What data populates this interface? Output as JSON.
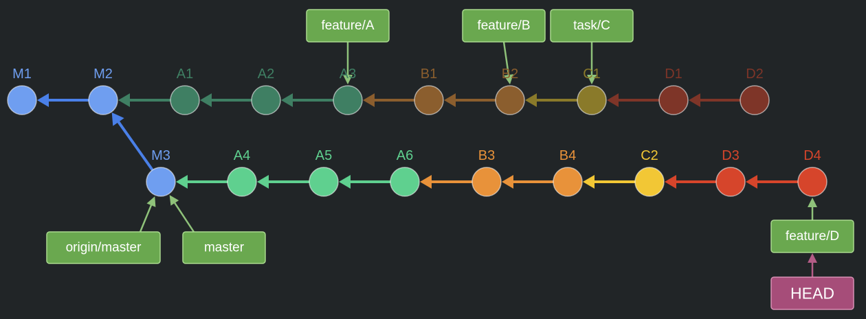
{
  "colors": {
    "background": "#212527",
    "master": "#6f9ef0",
    "master_arrow": "#4a80e8",
    "feature_a_faded": "#3f7f63",
    "feature_b_faded": "#8b5e2e",
    "task_c_faded": "#8a7a2a",
    "feature_d_faded": "#7e3528",
    "feature_a": "#5fd08f",
    "feature_b": "#e8923a",
    "task_c": "#f2c735",
    "feature_d": "#d6452b",
    "ref_box": "#6aa84f",
    "ref_border": "#a9d98e",
    "ref_arrow": "#8fc27a",
    "head_box": "#a64d79",
    "head_border": "#d890b4",
    "head_arrow": "#b35c86"
  },
  "commits": [
    {
      "id": "M1",
      "label": "M1",
      "color": "master"
    },
    {
      "id": "M2",
      "label": "M2",
      "color": "master"
    },
    {
      "id": "A1",
      "label": "A1",
      "color": "feature_a_faded"
    },
    {
      "id": "A2",
      "label": "A2",
      "color": "feature_a_faded"
    },
    {
      "id": "A3",
      "label": "A3",
      "color": "feature_a_faded"
    },
    {
      "id": "B1",
      "label": "B1",
      "color": "feature_b_faded"
    },
    {
      "id": "B2",
      "label": "B2",
      "color": "feature_b_faded"
    },
    {
      "id": "C1",
      "label": "C1",
      "color": "task_c_faded"
    },
    {
      "id": "D1",
      "label": "D1",
      "color": "feature_d_faded"
    },
    {
      "id": "D2",
      "label": "D2",
      "color": "feature_d_faded"
    },
    {
      "id": "M3",
      "label": "M3",
      "color": "master"
    },
    {
      "id": "A4",
      "label": "A4",
      "color": "feature_a"
    },
    {
      "id": "A5",
      "label": "A5",
      "color": "feature_a"
    },
    {
      "id": "A6",
      "label": "A6",
      "color": "feature_a"
    },
    {
      "id": "B3",
      "label": "B3",
      "color": "feature_b"
    },
    {
      "id": "B4",
      "label": "B4",
      "color": "feature_b"
    },
    {
      "id": "C2",
      "label": "C2",
      "color": "task_c"
    },
    {
      "id": "D3",
      "label": "D3",
      "color": "feature_d"
    },
    {
      "id": "D4",
      "label": "D4",
      "color": "feature_d"
    }
  ],
  "edges": [
    {
      "from": "M2",
      "to": "M1",
      "color": "master_arrow"
    },
    {
      "from": "A1",
      "to": "M2",
      "color": "feature_a_faded"
    },
    {
      "from": "A2",
      "to": "A1",
      "color": "feature_a_faded"
    },
    {
      "from": "A3",
      "to": "A2",
      "color": "feature_a_faded"
    },
    {
      "from": "B1",
      "to": "A3",
      "color": "feature_b_faded"
    },
    {
      "from": "B2",
      "to": "B1",
      "color": "feature_b_faded"
    },
    {
      "from": "C1",
      "to": "B2",
      "color": "task_c_faded"
    },
    {
      "from": "D1",
      "to": "C1",
      "color": "feature_d_faded"
    },
    {
      "from": "D2",
      "to": "D1",
      "color": "feature_d_faded"
    },
    {
      "from": "M3",
      "to": "M2",
      "color": "master_arrow"
    },
    {
      "from": "A4",
      "to": "M3",
      "color": "feature_a"
    },
    {
      "from": "A5",
      "to": "A4",
      "color": "feature_a"
    },
    {
      "from": "A6",
      "to": "A5",
      "color": "feature_a"
    },
    {
      "from": "B3",
      "to": "A6",
      "color": "feature_b"
    },
    {
      "from": "B4",
      "to": "B3",
      "color": "feature_b"
    },
    {
      "from": "C2",
      "to": "B4",
      "color": "task_c"
    },
    {
      "from": "D3",
      "to": "C2",
      "color": "feature_d"
    },
    {
      "from": "D4",
      "to": "D3",
      "color": "feature_d"
    }
  ],
  "refs": [
    {
      "id": "feature-a",
      "label": "feature/A",
      "target": "A3",
      "type": "branch"
    },
    {
      "id": "feature-b",
      "label": "feature/B",
      "target": "B2",
      "type": "branch"
    },
    {
      "id": "task-c",
      "label": "task/C",
      "target": "C1",
      "type": "branch"
    },
    {
      "id": "origin-master",
      "label": "origin/master",
      "target": "M3",
      "type": "branch"
    },
    {
      "id": "master",
      "label": "master",
      "target": "M3",
      "type": "branch"
    },
    {
      "id": "feature-d",
      "label": "feature/D",
      "target": "D4",
      "type": "branch"
    },
    {
      "id": "head",
      "label": "HEAD",
      "target": "feature-d",
      "type": "head"
    }
  ]
}
